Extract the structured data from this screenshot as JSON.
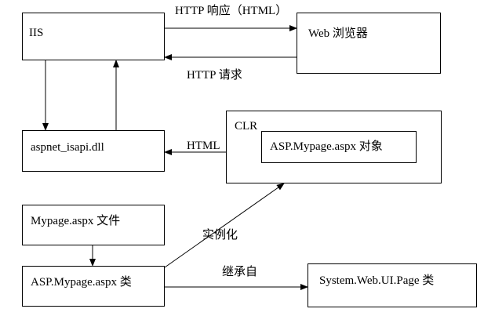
{
  "nodes": {
    "iis": "IIS",
    "browser": "Web 浏览器",
    "isapi": "aspnet_isapi.dll",
    "clr": "CLR",
    "page_object": "ASP.Mypage.aspx 对象",
    "aspx_file": "Mypage.aspx 文件",
    "page_class": "ASP.Mypage.aspx 类",
    "base_class": "System.Web.UI.Page 类"
  },
  "edges": {
    "response": "HTTP 响应（HTML）",
    "request": "HTTP 请求",
    "html": "HTML",
    "instantiate": "实例化",
    "inherit": "继承自"
  },
  "colors": {
    "stroke": "#000000",
    "background": "#ffffff"
  }
}
